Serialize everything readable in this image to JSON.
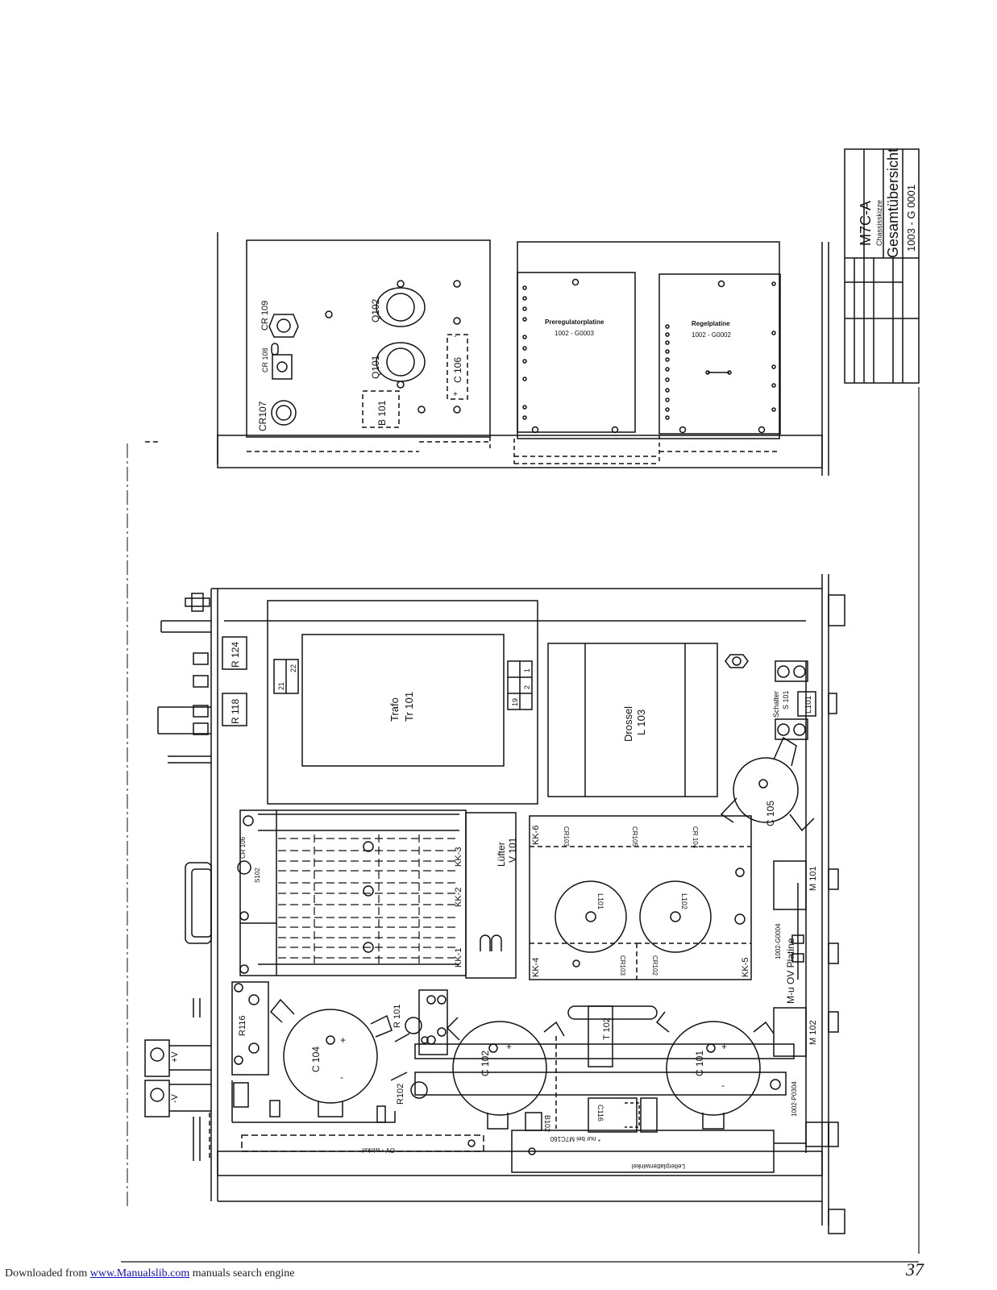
{
  "title_block": {
    "model": "M7C-A",
    "sub": "Chassisskizze",
    "title": "Gesamtübersicht",
    "number": "1003 - G 0001"
  },
  "top_view": {
    "cr107": "CR107",
    "cr108": "CR 108",
    "cr109": "CR 109",
    "q101": "Q101",
    "q102": "Q102",
    "b101": "B 101",
    "c106": "C 106",
    "plus": "+",
    "minus": "-",
    "prereg_title": "Preregulatorplatine",
    "prereg_number": "1002 - G0003",
    "regel_title": "Regelplatine",
    "regel_number": "1002 - G0002"
  },
  "main_view": {
    "r124": "R 124",
    "r118": "R 118",
    "trafo": "Trafo",
    "tr101": "Tr 101",
    "pins": [
      "21",
      "22",
      "19",
      "2",
      "1"
    ],
    "drossel": "Drossel",
    "l103": "L 103",
    "schalter": "Schalter",
    "s101": "S 101",
    "l101_side": "L101",
    "c105": "C 105",
    "luefter": "Lüfter",
    "v101": "V 101",
    "kk6": "KK-6",
    "kk4": "KK-4",
    "kk5": "KK-5",
    "kk1": "KK-1",
    "kk2": "KK-2",
    "kk3": "KK-3",
    "cr103": "CR103",
    "cr105": "CR105",
    "cr104": "CR 104",
    "cr102": "CR102",
    "cr106": "CR 106",
    "s102": "S102",
    "l101": "L101",
    "l102": "L102",
    "m101": "M 101",
    "m102": "M 102",
    "mu_platine": "M-u OV Platine",
    "g0004": "1002-G0004",
    "p0304": "1002-P0304",
    "r116": "R116",
    "r101": "R 101",
    "r102": "R102",
    "c104": "C 104",
    "c102": "C 102",
    "c101": "C 101",
    "t102": "T 102",
    "c116": "C116",
    "b102": "B102",
    "plus_v": "+V",
    "minus_v": "-V",
    "nur_bei": "* nur bei M7C160",
    "leiterplatten": "Leiterplattenwinkel",
    "ov_winkel": "OV - winkel"
  },
  "footer": {
    "prefix": "Downloaded from ",
    "link": "www.Manualslib.com",
    "suffix": " manuals search engine"
  },
  "page_number": "37"
}
